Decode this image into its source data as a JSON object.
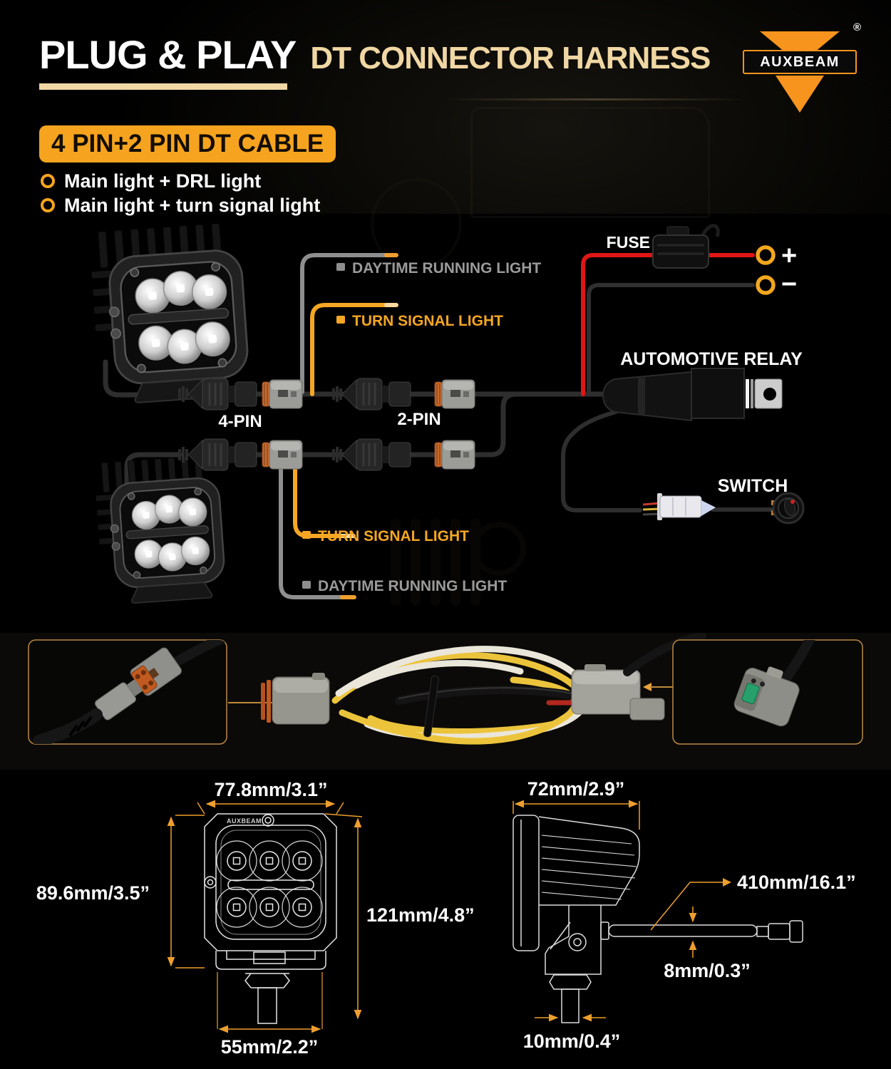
{
  "colors": {
    "accent_orange": "#f6a41f",
    "tan": "#f0d7a3",
    "wire_red": "#e01616",
    "wire_gray": "#8e8e8e",
    "label_gray": "#9a9a9a",
    "dimension_orange": "#ed9e2e",
    "white": "#ffffff"
  },
  "header": {
    "title": "PLUG & PLAY",
    "subtitle": "DT CONNECTOR HARNESS",
    "brand": "AUXBEAM",
    "registered_mark": "®",
    "badge": "4 PIN+2 PIN DT CABLE",
    "bullets": [
      {
        "label": "Main light + DRL light"
      },
      {
        "label": "Main light + turn signal light"
      }
    ]
  },
  "wiring": {
    "drl_top": "DAYTIME RUNNING LIGHT",
    "turn_top": "TURN SIGNAL LIGHT",
    "fuse": "FUSE",
    "positive": "+",
    "negative": "−",
    "relay": "AUTOMOTIVE RELAY",
    "switch": "SWITCH",
    "connector_4pin": "4-PIN",
    "connector_2pin": "2-PIN",
    "turn_bottom": "TURN SIGNAL LIGHT",
    "drl_bottom": "DAYTIME RUNNING LIGHT"
  },
  "dimensions": {
    "front": {
      "brand": "AUXBEAM",
      "width": "77.8mm/3.1”",
      "body_height": "89.6mm/3.5”",
      "total_height": "121mm/4.8”",
      "mount_width": "55mm/2.2”"
    },
    "side": {
      "depth": "72mm/2.9”",
      "cable_length": "410mm/16.1”",
      "cable_diameter": "8mm/0.3”",
      "bolt_diameter": "10mm/0.4”"
    }
  }
}
